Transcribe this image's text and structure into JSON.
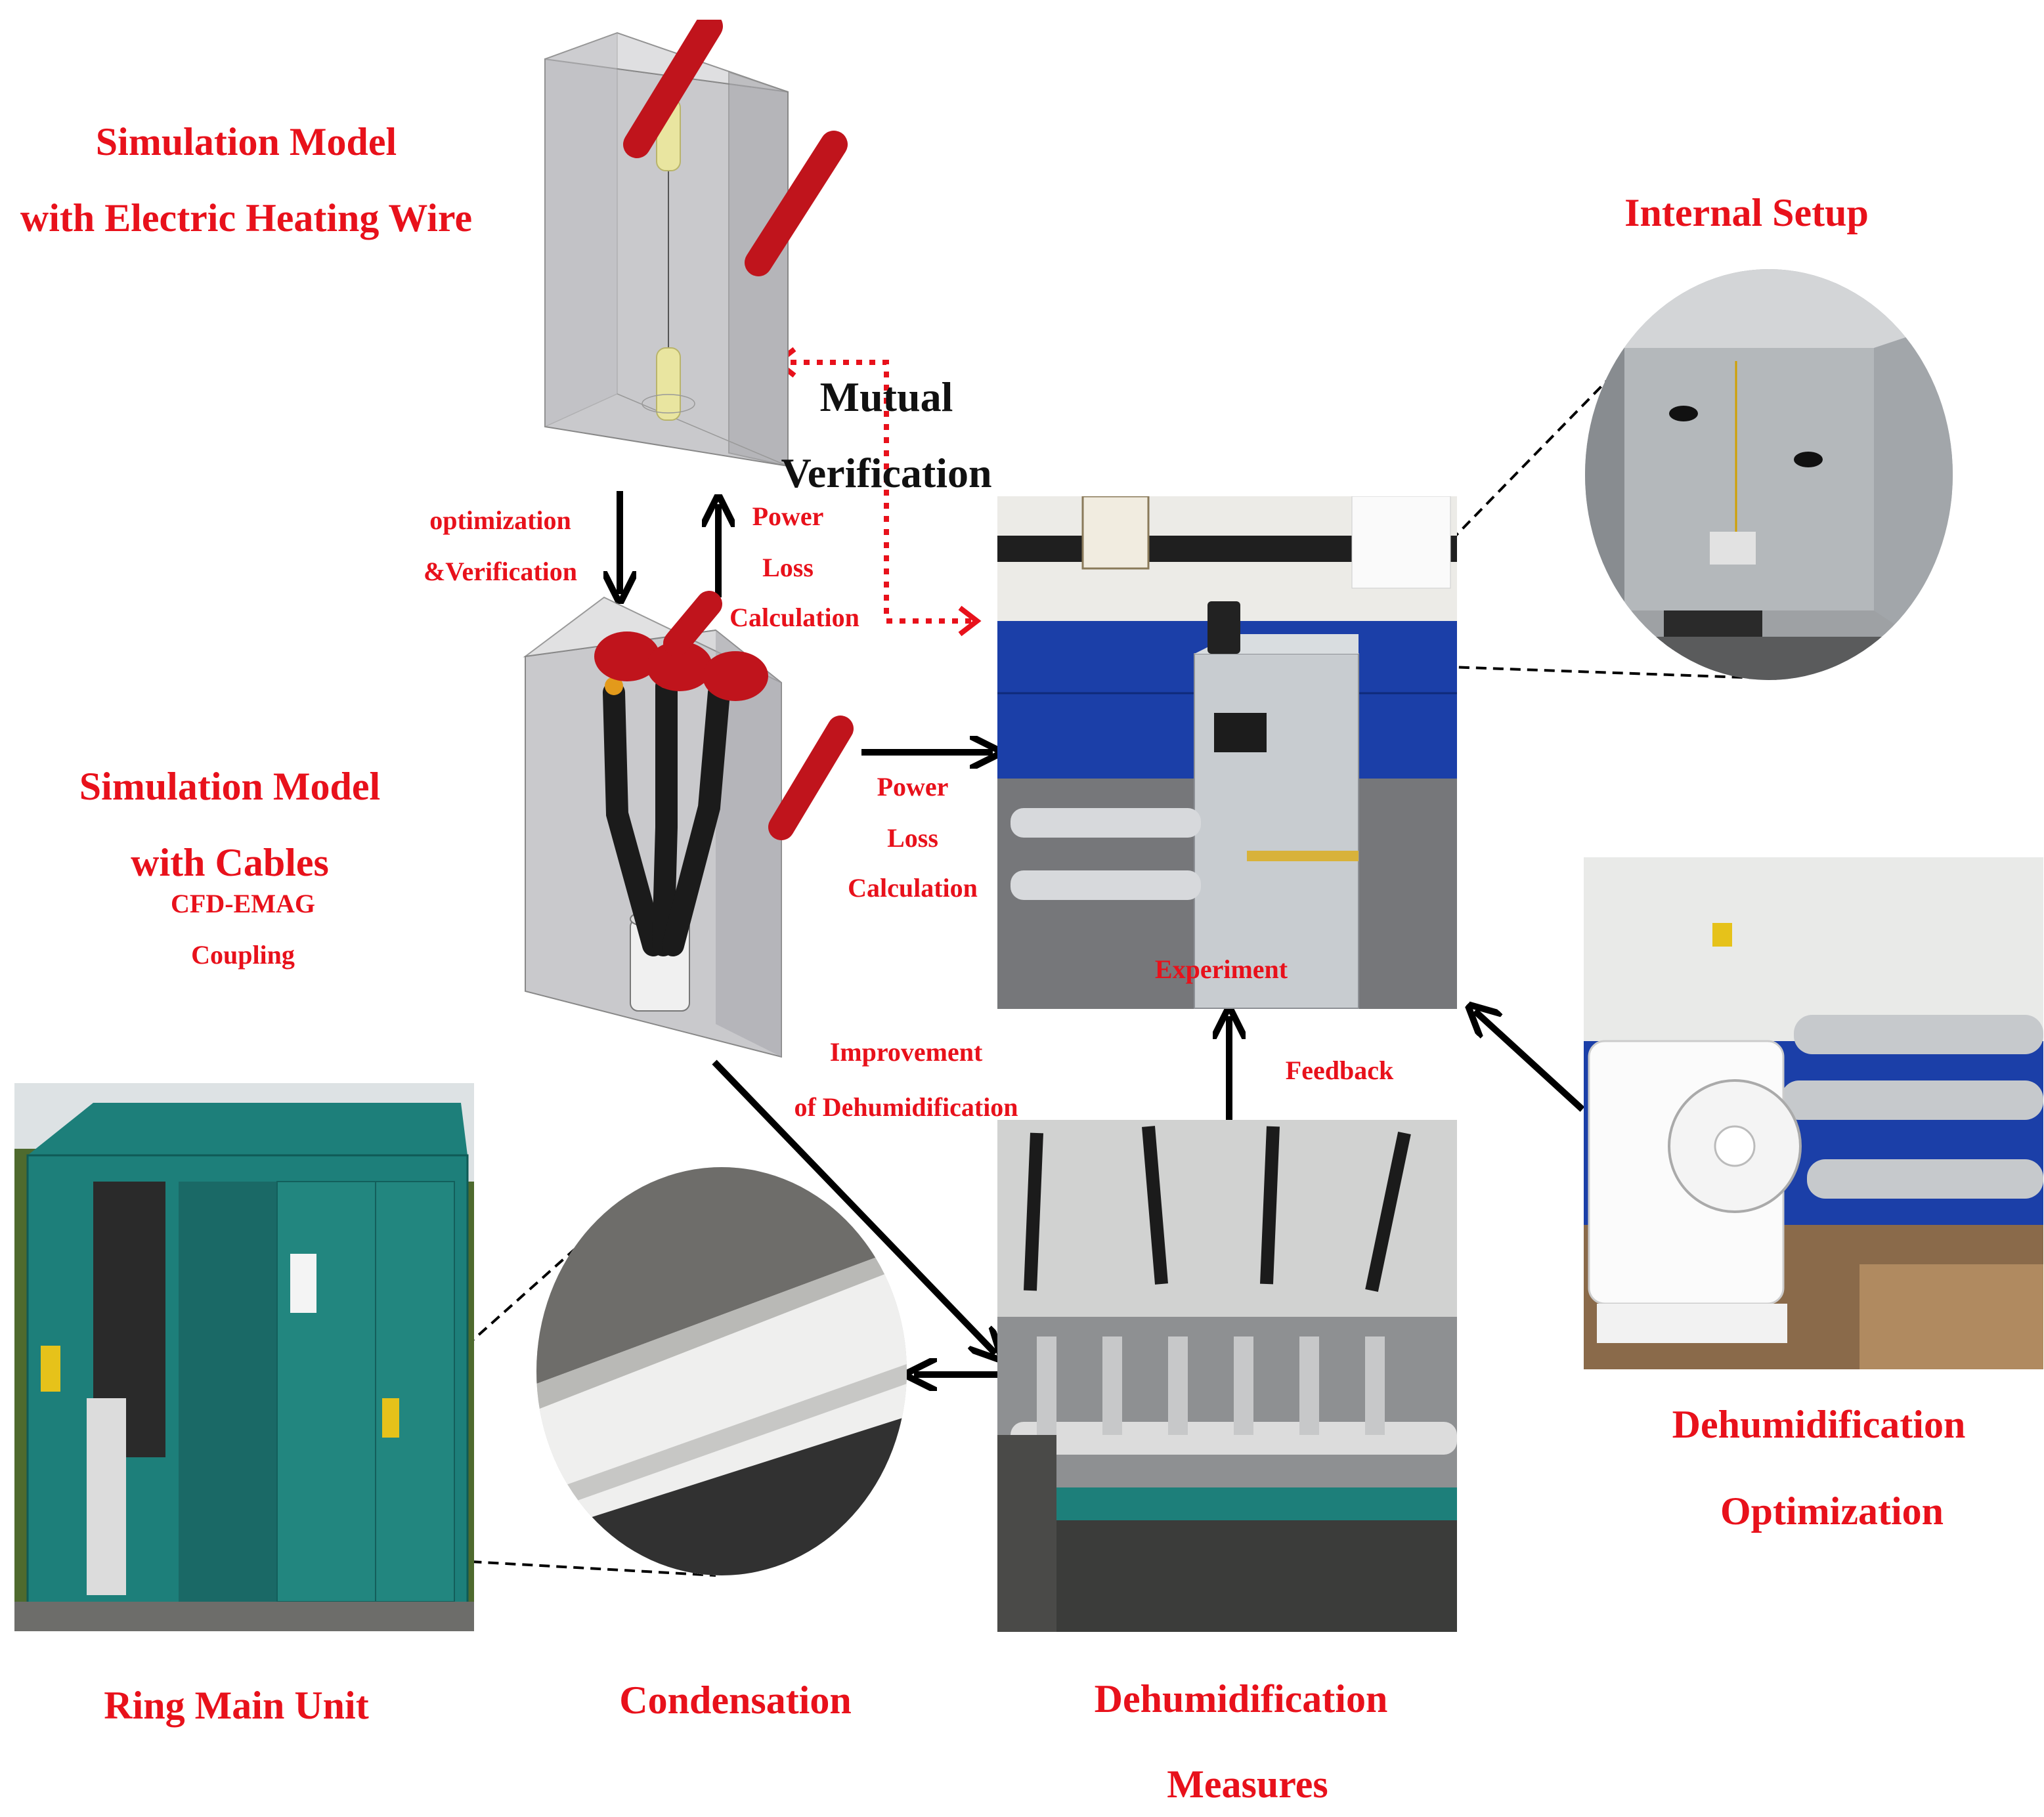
{
  "labels": {
    "sim_heating_1": "Simulation Model",
    "sim_heating_2": "with Electric Heating Wire",
    "mutual_1": "Mutual",
    "mutual_2": "Verification",
    "optimization_1": "optimization",
    "optimization_2": "&Verification",
    "power_loss_top_1": "Power",
    "power_loss_top_2": "Loss",
    "power_loss_top_3": "Calculation",
    "sim_cables_1": "Simulation Model",
    "sim_cables_2": "with Cables",
    "cfd_1": "CFD-EMAG",
    "cfd_2": "Coupling",
    "power_loss_mid_1": "Power",
    "power_loss_mid_2": "Loss",
    "power_loss_mid_3": "Calculation",
    "experiment": "Experiment",
    "improvement_1": "Improvement",
    "improvement_2": "of Dehumidification",
    "feedback": "Feedback",
    "internal_setup": "Internal Setup",
    "dehum_opt_1": "Dehumidification",
    "dehum_opt_2": "Optimization",
    "ring_main_unit": "Ring Main Unit",
    "condensation": "Condensation",
    "dehum_meas_1": "Dehumidification",
    "dehum_meas_2": "Measures"
  },
  "colors": {
    "label_red": "#e8111b",
    "arrow_black": "#000000",
    "arrow_red_dotted": "#e8111b",
    "cabinet_teal": "#1d7f7a",
    "lab_blue": "#1b3fa8",
    "steel_gray": "#b8bcc0",
    "busbar_red": "#c0141c",
    "insulator_yellow": "#e9e5a0"
  }
}
